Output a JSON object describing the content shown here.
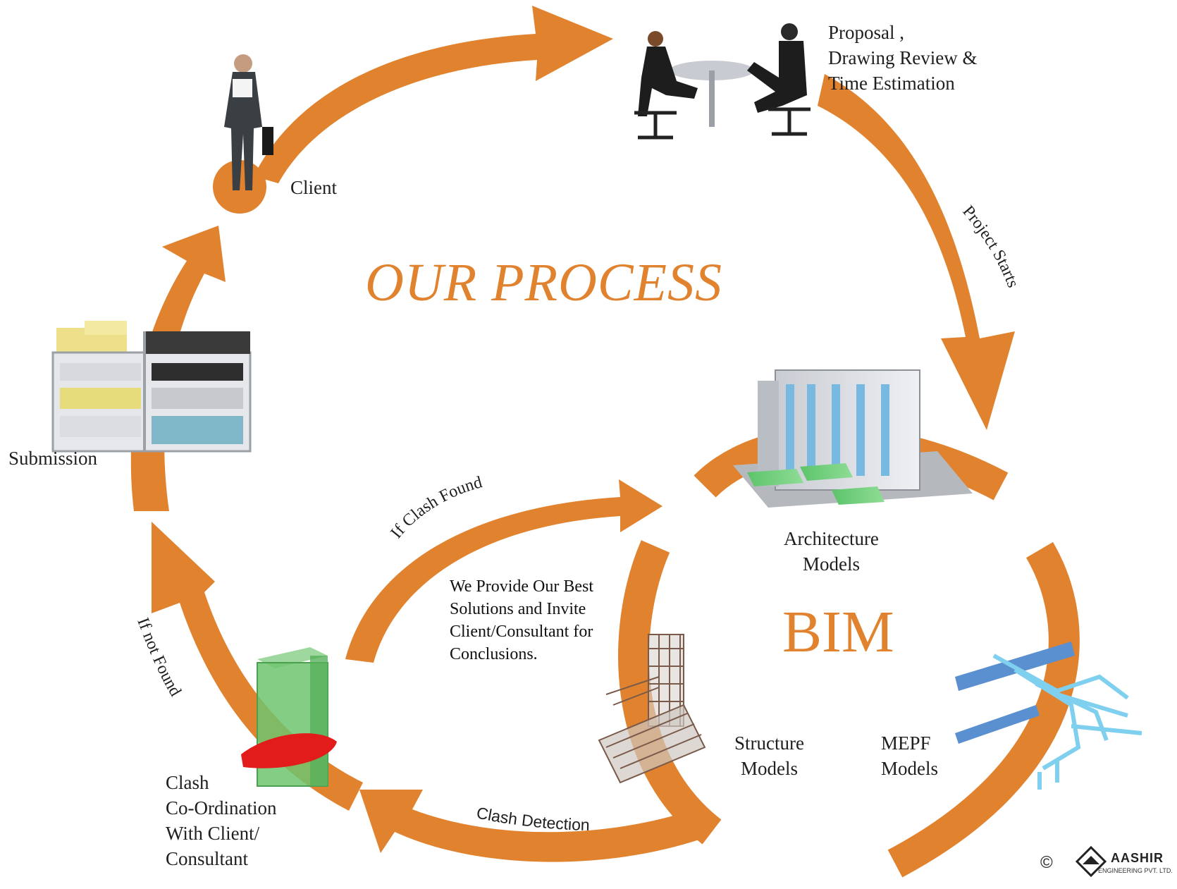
{
  "title": "OUR PROCESS",
  "center_label": "BIM",
  "colors": {
    "accent": "#e1822e",
    "text": "#1f1f1f"
  },
  "nodes": {
    "client": "Client",
    "proposal": "Proposal ,\nDrawing Review &\nTime Estimation",
    "architecture": "Architecture\nModels",
    "structure": "Structure\nModels",
    "mepf": "MEPF\nModels",
    "clash_coordination": "Clash\nCo-Ordination\nWith Client/\nConsultant",
    "submission": "Submission"
  },
  "arrow_labels": {
    "project_starts": "Project Starts",
    "if_clash_found": "If Clash Found",
    "if_not_found": "If not Found",
    "clash_detection": "Clash Detection"
  },
  "message": "We Provide Our Best\nSolutions and Invite\nClient/Consultant for\nConclusions.",
  "logo": {
    "copyright": "©",
    "name": "AASHIR",
    "subtitle": "ENGINEERING PVT. LTD."
  },
  "icons": {
    "client": "businessman-icon",
    "proposal": "meeting-icon",
    "architecture": "building-model-icon",
    "structure": "rebar-structure-icon",
    "mepf": "pipe-network-icon",
    "clash": "clash-column-icon",
    "submission": "document-shelf-icon"
  }
}
